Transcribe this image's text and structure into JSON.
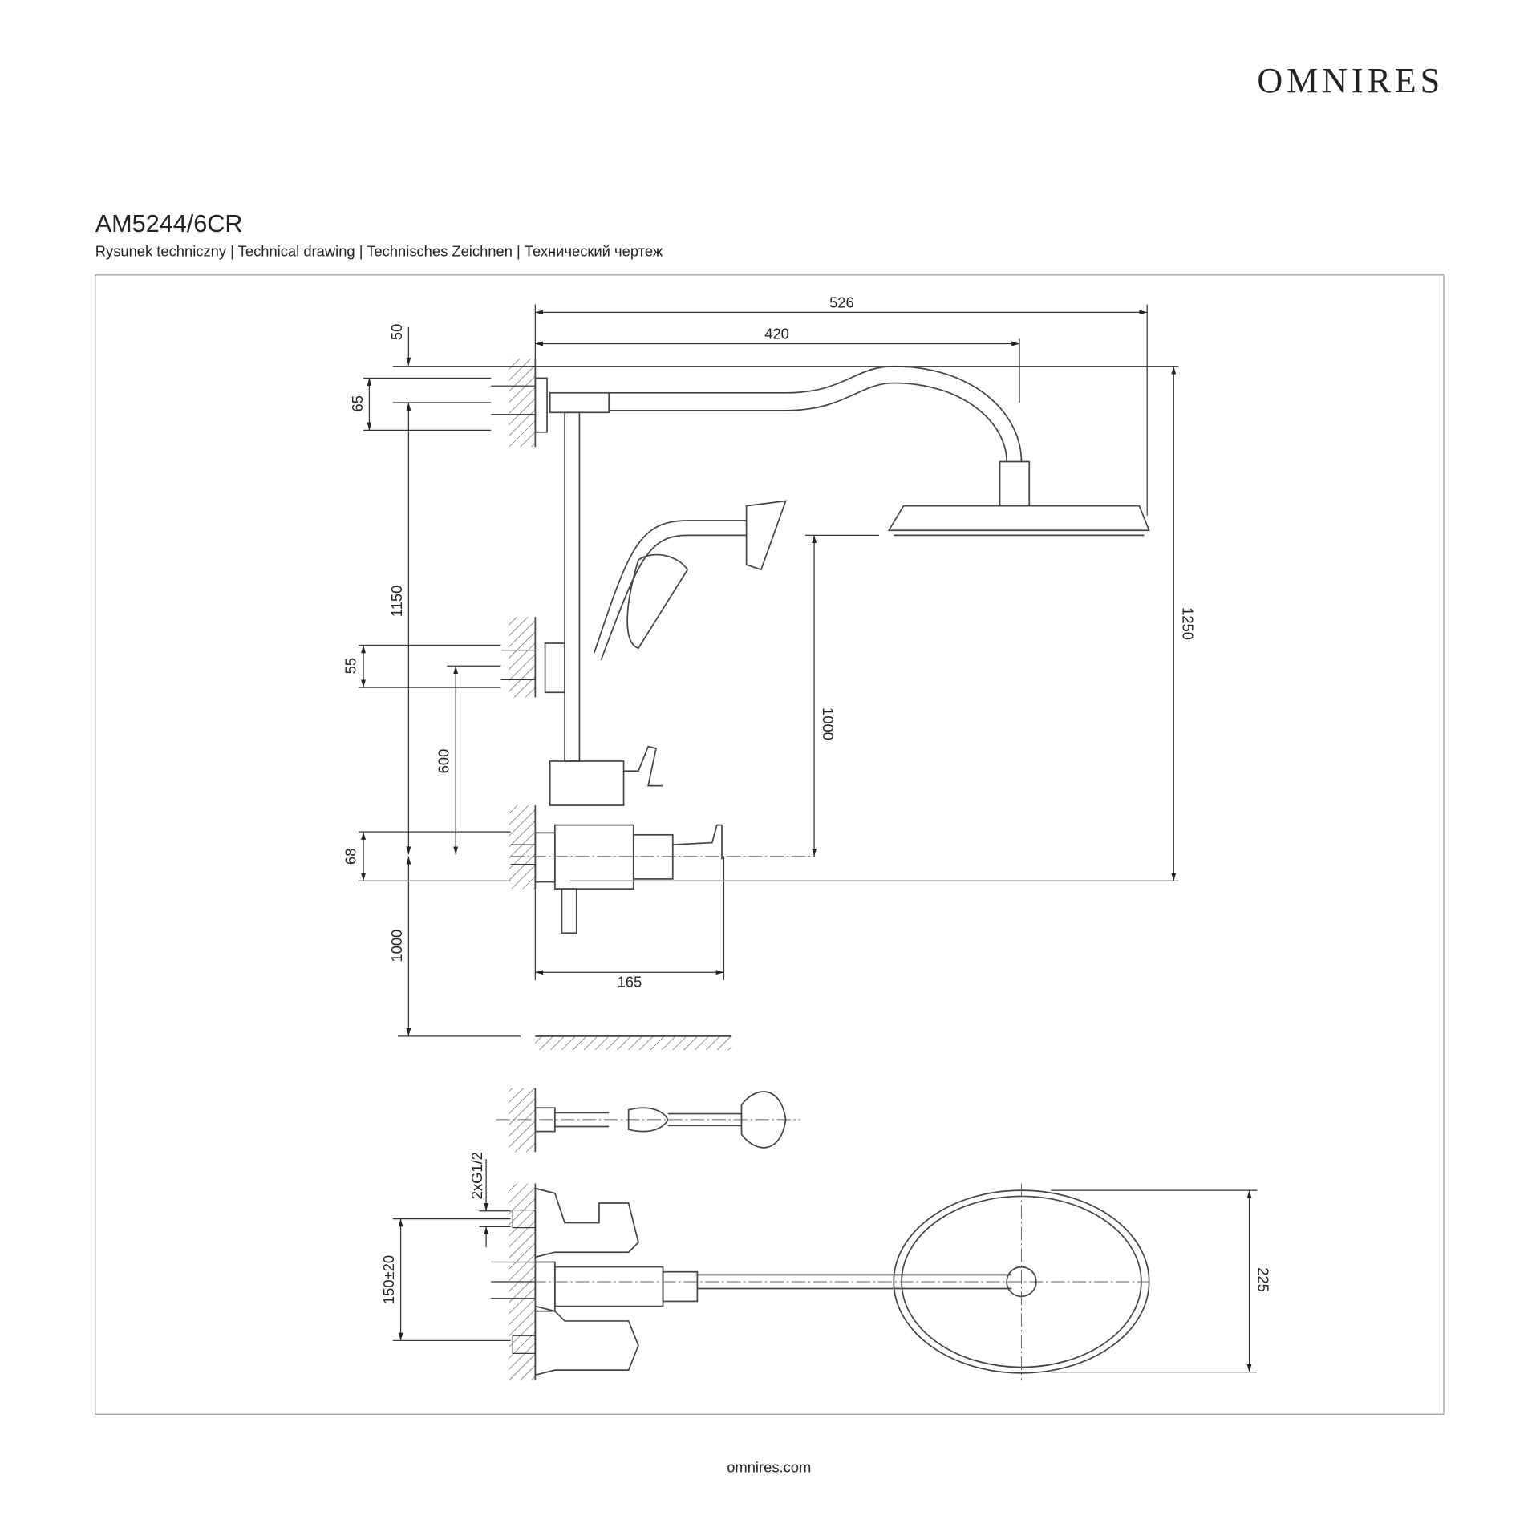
{
  "brand": {
    "logo": "OMNIRES",
    "footer": "omnires.com"
  },
  "product": {
    "code": "AM5244/6CR",
    "subtitle": "Rysunek techniczny | Technical drawing | Technisches Zeichnen | Технический чертеж"
  },
  "dimensions": {
    "overall_width": "526",
    "arm_length": "420",
    "top_offset": "50",
    "top_bracket_spacing": "65",
    "riser_height": "1150",
    "mid_bracket_spacing": "55",
    "slide_height": "600",
    "valve_bracket_spacing": "68",
    "floor_height": "1000",
    "valve_depth": "165",
    "head_height": "1000",
    "total_height": "1250",
    "inlet_thread": "2xG1/2",
    "inlet_spacing": "150±20",
    "head_diameter": "225"
  }
}
